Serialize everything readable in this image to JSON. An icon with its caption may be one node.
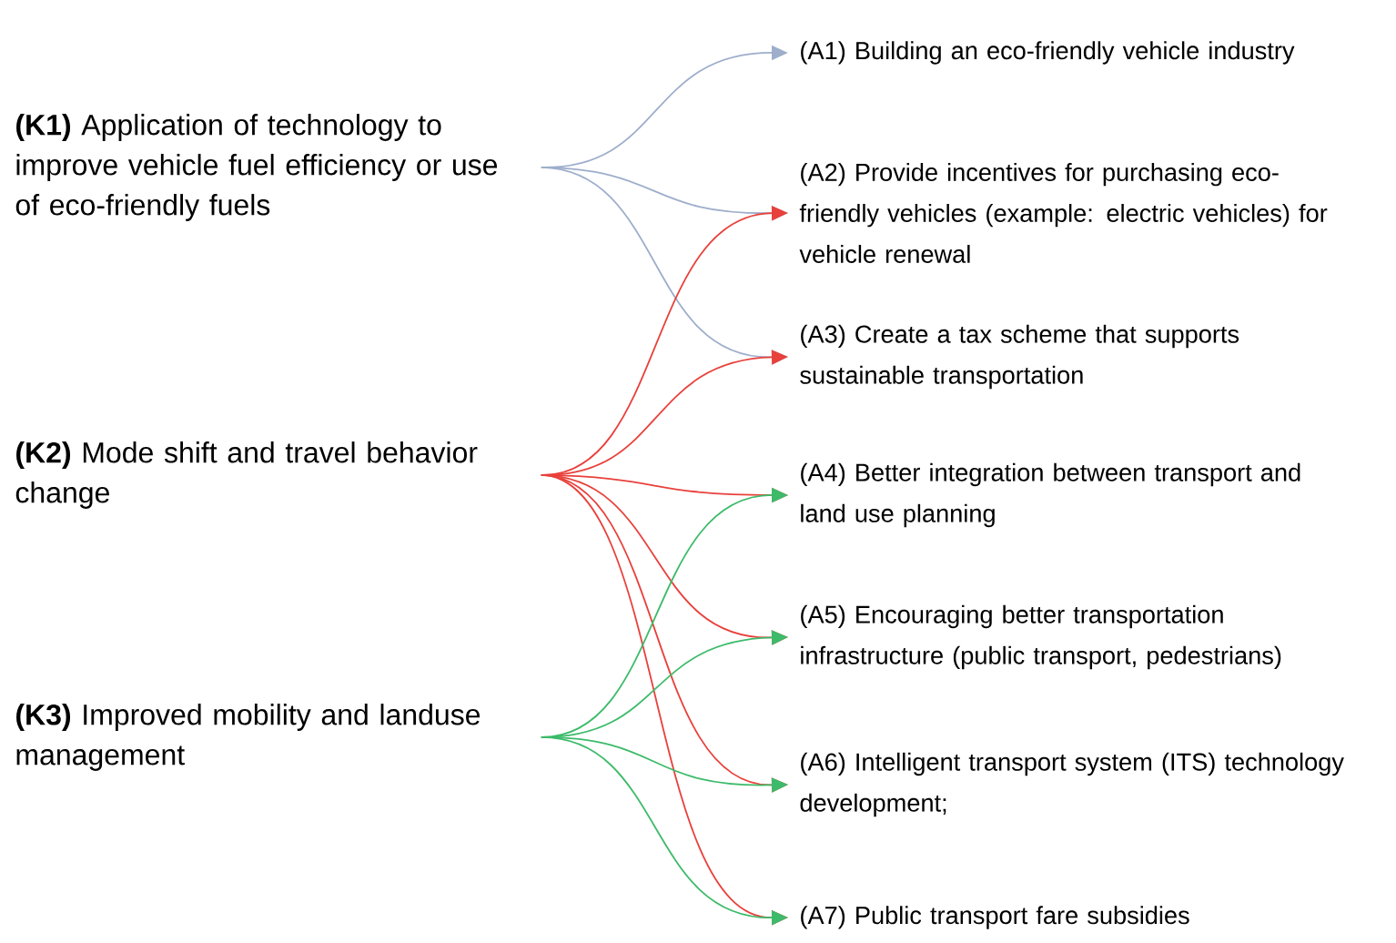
{
  "diagram": {
    "nodes": [
      {
        "text": [
          "**(K1)** Application of technology to improve vehicle fuel efficiency or use of eco-friendly fuels"
        ]
      },
      {
        "text": [
          "**(K2)** Mode shift and travel behavior change"
        ]
      },
      {
        "text": [
          "**(K3)** Improved mobility and landuse management"
        ]
      },
      {
        "text": [
          "(A1) Building an eco-friendly vehicle industry"
        ]
      },
      {
        "text": [
          "(A2) Provide incentives for purchasing eco-friendly vehicles (example: electric vehicles) for vehicle renewal"
        ]
      },
      {
        "text": [
          "(A3) Create a tax scheme that supports sustainable transportation"
        ]
      },
      {
        "text": [
          "(A4) Better integration between transport and land use planning"
        ]
      },
      {
        "text": [
          "(A5) Encouraging better transportation infrastructure (public transport, pedestrians)"
        ]
      },
      {
        "text": [
          "(A6) Intelligent transport system (ITS) technology development;"
        ]
      },
      {
        "text": [
          "(A7) Public transport fare subsidies"
        ]
      }
    ],
    "edges": [
      {
        "from": 0,
        "to": 3,
        "arrow": "to",
        "color": "#9eaecb"
      },
      {
        "from": 0,
        "to": 4,
        "arrow": "to",
        "color": "#9eaecb"
      },
      {
        "from": 0,
        "to": 5,
        "arrow": "to",
        "color": "#9eaecb"
      },
      {
        "from": 1,
        "to": 4,
        "arrow": "to",
        "color": "#e8413c"
      },
      {
        "from": 1,
        "to": 5,
        "arrow": "to",
        "color": "#e8413c"
      },
      {
        "from": 1,
        "to": 6,
        "arrow": "to",
        "color": "#e8413c"
      },
      {
        "from": 1,
        "to": 7,
        "arrow": "to",
        "color": "#e8413c"
      },
      {
        "from": 1,
        "to": 8,
        "arrow": "to",
        "color": "#e8413c"
      },
      {
        "from": 1,
        "to": 9,
        "arrow": "to",
        "color": "#e8413c"
      },
      {
        "from": 2,
        "to": 6,
        "arrow": "to",
        "color": "#3dbb6a"
      },
      {
        "from": 2,
        "to": 7,
        "arrow": "to",
        "color": "#3dbb6a"
      },
      {
        "from": 2,
        "to": 8,
        "arrow": "to",
        "color": "#3dbb6a"
      },
      {
        "from": 2,
        "to": 9,
        "arrow": "to",
        "color": "#3dbb6a"
      }
    ]
  }
}
